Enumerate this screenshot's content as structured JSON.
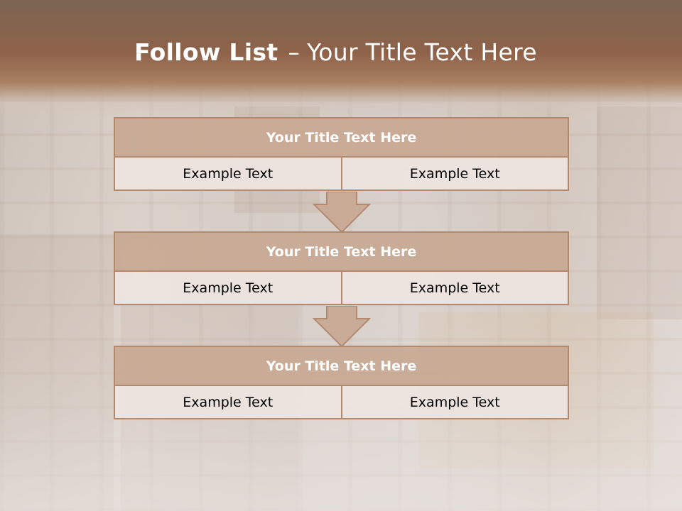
{
  "slide": {
    "title_bold": "Follow List",
    "title_dash": "–",
    "title_rest": "Your Title Text Here"
  },
  "groups": [
    {
      "title": "Your Title Text Here",
      "left": "Example Text",
      "right": "Example Text"
    },
    {
      "title": "Your Title Text Here",
      "left": "Example Text",
      "right": "Example Text"
    },
    {
      "title": "Your Title Text Here",
      "left": "Example Text",
      "right": "Example Text"
    }
  ],
  "colors": {
    "header": "#8e6249",
    "box_title": "#c8a892",
    "box_border": "#b38a70",
    "cell_fill": "#eee4e0"
  },
  "icons": [
    "down-arrow-icon",
    "down-arrow-icon"
  ]
}
